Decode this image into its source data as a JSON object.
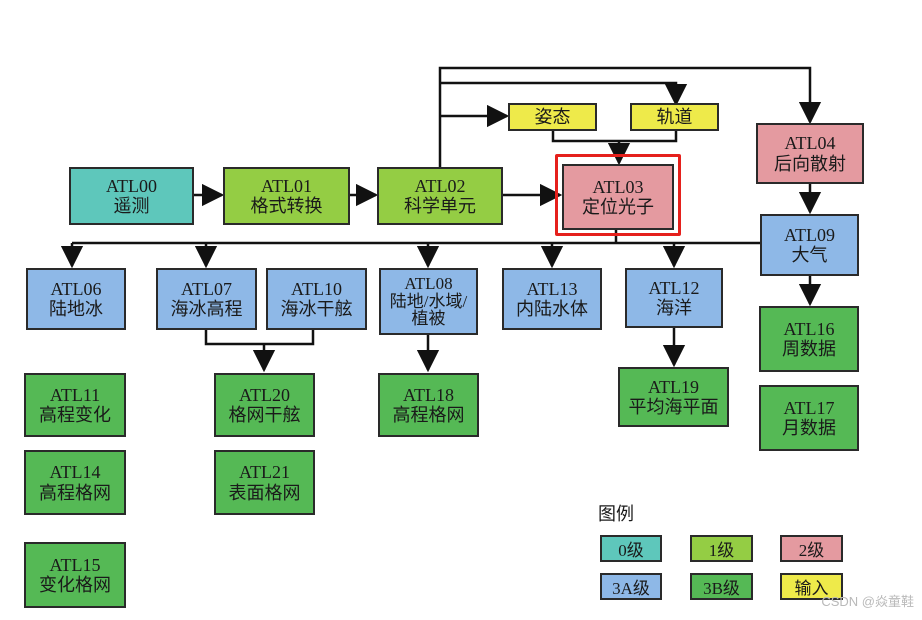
{
  "nodes": {
    "atl00": {
      "l1": "ATL00",
      "l2": "遥测",
      "level": "0"
    },
    "atl01": {
      "l1": "ATL01",
      "l2": "格式转换",
      "level": "1"
    },
    "atl02": {
      "l1": "ATL02",
      "l2": "科学单元",
      "level": "1"
    },
    "atl03": {
      "l1": "ATL03",
      "l2": "定位光子",
      "level": "2"
    },
    "atl04": {
      "l1": "ATL04",
      "l2": "后向散射",
      "level": "2"
    },
    "attitude": {
      "l1": "姿态",
      "level": "输入"
    },
    "orbit": {
      "l1": "轨道",
      "level": "输入"
    },
    "atl06": {
      "l1": "ATL06",
      "l2": "陆地冰",
      "level": "3A"
    },
    "atl07": {
      "l1": "ATL07",
      "l2": "海冰高程",
      "level": "3A"
    },
    "atl10": {
      "l1": "ATL10",
      "l2": "海冰干舷",
      "level": "3A"
    },
    "atl08": {
      "l1": "ATL08",
      "l2": "陆地/水域/",
      "l3": "植被",
      "level": "3A"
    },
    "atl13": {
      "l1": "ATL13",
      "l2": "内陆水体",
      "level": "3A"
    },
    "atl12": {
      "l1": "ATL12",
      "l2": "海洋",
      "level": "3A"
    },
    "atl09": {
      "l1": "ATL09",
      "l2": "大气",
      "level": "3A"
    },
    "atl11": {
      "l1": "ATL11",
      "l2": "高程变化",
      "level": "3B"
    },
    "atl14": {
      "l1": "ATL14",
      "l2": "高程格网",
      "level": "3B"
    },
    "atl15": {
      "l1": "ATL15",
      "l2": "变化格网",
      "level": "3B"
    },
    "atl20": {
      "l1": "ATL20",
      "l2": "格网干舷",
      "level": "3B"
    },
    "atl21": {
      "l1": "ATL21",
      "l2": "表面格网",
      "level": "3B"
    },
    "atl18": {
      "l1": "ATL18",
      "l2": "高程格网",
      "level": "3B"
    },
    "atl19": {
      "l1": "ATL19",
      "l2": "平均海平面",
      "level": "3B"
    },
    "atl16": {
      "l1": "ATL16",
      "l2": "周数据",
      "level": "3B"
    },
    "atl17": {
      "l1": "ATL17",
      "l2": "月数据",
      "level": "3B"
    }
  },
  "edges": [
    [
      "atl00",
      "atl01"
    ],
    [
      "atl01",
      "atl02"
    ],
    [
      "atl02",
      "atl03"
    ],
    [
      "atl02",
      "attitude"
    ],
    [
      "atl02",
      "orbit"
    ],
    [
      "atl02",
      "atl04"
    ],
    [
      "attitude",
      "atl03"
    ],
    [
      "orbit",
      "atl03"
    ],
    [
      "atl03",
      "atl06"
    ],
    [
      "atl03",
      "atl07"
    ],
    [
      "atl03",
      "atl08"
    ],
    [
      "atl03",
      "atl13"
    ],
    [
      "atl03",
      "atl12"
    ],
    [
      "atl04",
      "atl09"
    ],
    [
      "atl09",
      "atl16"
    ],
    [
      "atl07",
      "atl20"
    ],
    [
      "atl10",
      "atl20"
    ],
    [
      "atl08",
      "atl18"
    ],
    [
      "atl12",
      "atl19"
    ]
  ],
  "highlighted_node": "atl03",
  "legend": {
    "title": "图例",
    "items": [
      {
        "label": "0级",
        "color": "#5ec7bb"
      },
      {
        "label": "1级",
        "color": "#94cd44"
      },
      {
        "label": "2级",
        "color": "#e49aa0"
      },
      {
        "label": "3A级",
        "color": "#8eb8e7"
      },
      {
        "label": "3B级",
        "color": "#55b955"
      },
      {
        "label": "输入",
        "color": "#eeea4a"
      }
    ]
  },
  "watermark": "CSDN @焱童鞋"
}
